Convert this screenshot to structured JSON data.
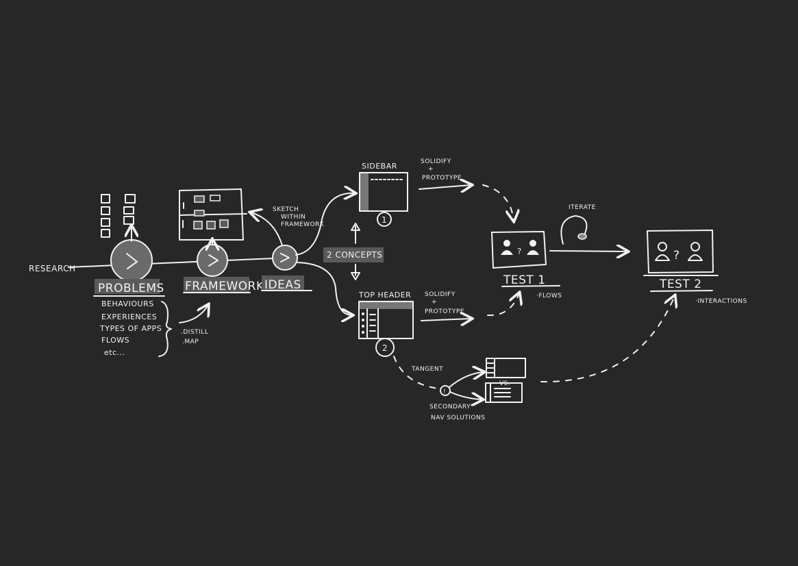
{
  "research": "RESEARCH",
  "stages": {
    "problems": "PROBLEMS",
    "framework": "FRAMEWORK",
    "ideas": "IDEAS"
  },
  "problems_list": [
    "BEHAVIOURS",
    "EXPERIENCES",
    "TYPES OF APPS",
    "FLOWS",
    "etc..."
  ],
  "distill": ".DISTILL",
  "map": ".MAP",
  "sketch_note": [
    "SKETCH",
    "WITHIN",
    "FRAMEWORK"
  ],
  "concepts": "2 CONCEPTS",
  "sidebar": {
    "title": "SIDEBAR",
    "number": "1"
  },
  "top_header": {
    "title": "TOP HEADER",
    "number": "2"
  },
  "solidify": [
    "SOLIDIFY",
    "+",
    "PROTOTYPE"
  ],
  "test1": {
    "title": "TEST 1",
    "note": "·FLOWS",
    "question": "?"
  },
  "iterate": "ITERATE",
  "test2": {
    "title": "TEST 2",
    "note": "·INTERACTIONS",
    "question": "?"
  },
  "tangent": "TANGENT",
  "secondary": [
    "SECONDARY",
    "NAV SOLUTIONS"
  ],
  "vs": "VS.",
  "alert": "!"
}
